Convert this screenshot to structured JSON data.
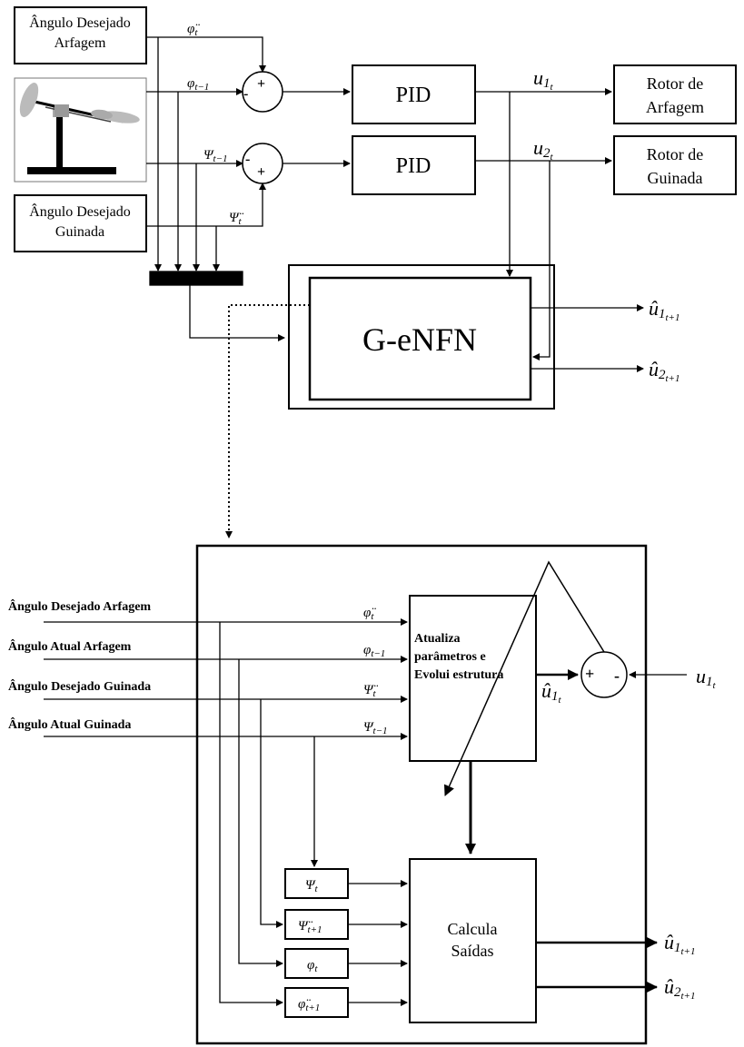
{
  "blocks": {
    "desired_pitch": [
      "Ângulo Desejado",
      "Arfagem"
    ],
    "desired_yaw": [
      "Ângulo Desejado",
      "Guinada"
    ],
    "pid": "PID",
    "pitch_rotor": [
      "Rotor de",
      "Arfagem"
    ],
    "yaw_rotor": [
      "Rotor de",
      "Guinada"
    ],
    "genfn": "G-eNFN",
    "update": [
      "Atualiza",
      "parâmetros e",
      "Evolui estrutura"
    ],
    "compute": [
      "Calcula",
      "Saídas"
    ]
  },
  "operators": {
    "plus": "+",
    "minus": "-"
  },
  "signals": {
    "phi_ddot": {
      "sym": "φ̈",
      "sub": "t"
    },
    "phi_prev": {
      "sym": "φ",
      "sub": "t−1"
    },
    "psi_prev": {
      "sym": "Ψ",
      "sub": "t−1"
    },
    "psi_ddot": {
      "sym": "Ψ̈",
      "sub": "t"
    },
    "u1": {
      "sym": "u",
      "sub": "1",
      "subsub": "t"
    },
    "u2": {
      "sym": "u",
      "sub": "2",
      "subsub": "t"
    },
    "u1_hat_next": {
      "sym": "û",
      "sub": "1",
      "subsub": "t+1"
    },
    "u2_hat_next": {
      "sym": "û",
      "sub": "2",
      "subsub": "t+1"
    },
    "u1_hat": {
      "sym": "û",
      "sub": "1",
      "subsub": "t"
    },
    "psi_t": {
      "sym": "Ψ",
      "sub": "t"
    },
    "psi_ddot_next": {
      "sym": "Ψ̈",
      "sub": "t+1"
    },
    "phi_t": {
      "sym": "φ",
      "sub": "t"
    },
    "phi_ddot_next": {
      "sym": "φ̈",
      "sub": "t+1"
    }
  },
  "inputs": {
    "desired_pitch": "Ângulo Desejado Arfagem",
    "actual_pitch": "Ângulo Atual Arfagem",
    "desired_yaw": "Ângulo Desejado Guinada",
    "actual_yaw": "Ângulo Atual Guinada"
  }
}
